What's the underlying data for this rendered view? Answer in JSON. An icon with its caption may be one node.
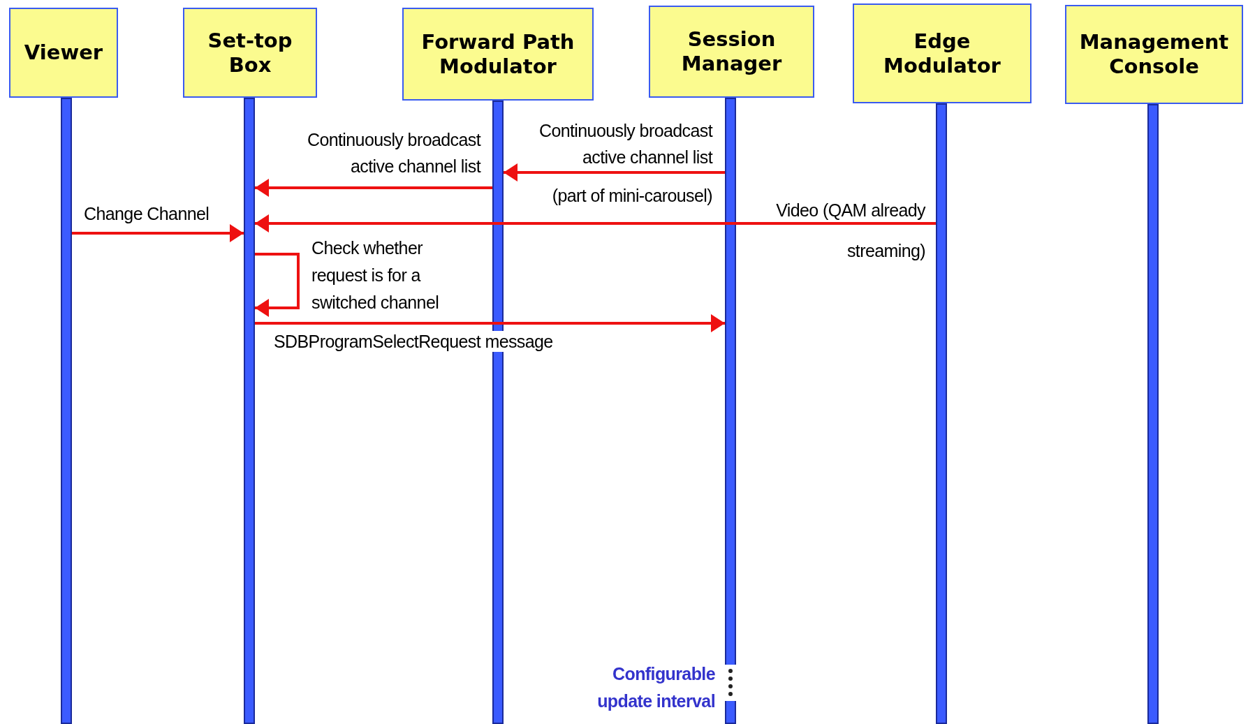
{
  "diagram": {
    "nodes": [
      {
        "text": [
          "Viewer"
        ]
      },
      {
        "text": [
          "Set-top Box"
        ]
      },
      {
        "text": [
          "Forward Path Modulator"
        ]
      },
      {
        "text": [
          "Session Manager"
        ]
      },
      {
        "text": [
          "Edge Modulator"
        ]
      },
      {
        "text": [
          "Management Console"
        ]
      },
      {
        "text": [],
        "shape": "bar"
      },
      {
        "text": [],
        "shape": "bar"
      },
      {
        "text": [],
        "shape": "bar"
      },
      {
        "text": [],
        "shape": "bar"
      },
      {
        "text": [],
        "shape": "bar"
      },
      {
        "text": [],
        "shape": "bar"
      }
    ],
    "edges": [
      {
        "from": 9,
        "to": 8,
        "arrow": "to",
        "label": "Continuously broadcast active channel list"
      },
      {
        "from": 8,
        "to": 7,
        "arrow": "to",
        "label": "Continuously broadcast active channel list"
      },
      {
        "from": 6,
        "to": 7,
        "arrow": "to",
        "label": "Change Channel"
      },
      {
        "from": 10,
        "to": 7,
        "arrow": "to",
        "label": "Video (QAM already streaming)"
      },
      {
        "from": 7,
        "to": 7,
        "arrow": "to",
        "label": "Check whether request is for a switched channel"
      },
      {
        "from": 7,
        "to": 9,
        "arrow": "to",
        "label": "SDBProgramSelectRequest message"
      }
    ],
    "labels": [
      "(part of mini-carousel)",
      "Configurable update interval"
    ]
  }
}
